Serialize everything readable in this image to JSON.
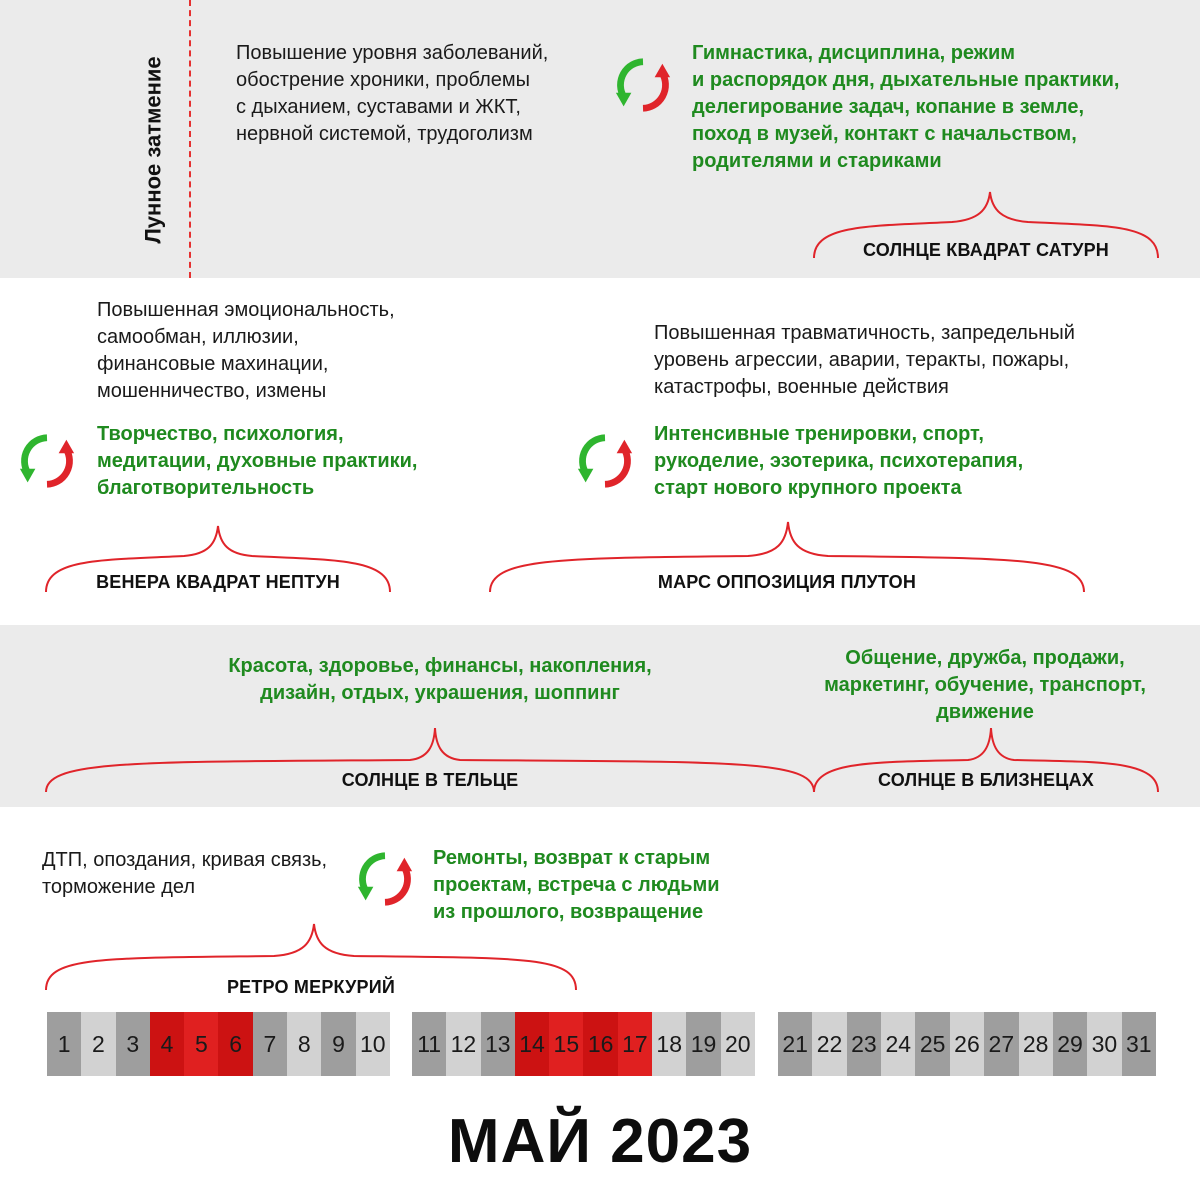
{
  "colors": {
    "accent_red": "#e0242a",
    "positive_green": "#1f8a1f",
    "band_grey": "#ebebeb"
  },
  "lunar": {
    "label": "Лунное затмение",
    "risks": [
      "Повышение уровня заболеваний,",
      "обострение хроники, проблемы",
      "с дыханием, суставами и ЖКТ,",
      "нервной системой, трудоголизм"
    ],
    "remedies": [
      "Гимнастика, дисциплина, режим",
      "и распорядок дня, дыхательные практики,",
      "делегирование задач, копание в земле,",
      "поход в музей, контакт с начальством,",
      "родителями и стариками"
    ],
    "aspect": "СОЛНЦЕ КВАДРАТ САТУРН",
    "icon": "cycle-arrows-icon"
  },
  "venus": {
    "risks": [
      "Повышенная эмоциональность,",
      "самообман, иллюзии,",
      "финансовые махинации,",
      "мошенничество, измены"
    ],
    "remedies": [
      "Творчество, психология,",
      "медитации, духовные практики,",
      "благотворительность"
    ],
    "aspect": "ВЕНЕРА КВАДРАТ НЕПТУН"
  },
  "mars": {
    "risks": [
      "Повышенная травматичность, запредельный",
      "уровень агрессии, аварии, теракты, пожары,",
      "катастрофы, военные действия"
    ],
    "remedies": [
      "Интенсивные тренировки, спорт,",
      "рукоделие, эзотерика, психотерапия,",
      "старт нового крупного проекта"
    ],
    "aspect": "МАРС ОППОЗИЦИЯ ПЛУТОН"
  },
  "taurus": {
    "remedies": [
      "Красота, здоровье, финансы, накопления,",
      "дизайн, отдых, украшения, шоппинг"
    ],
    "aspect": "СОЛНЦЕ В ТЕЛЬЦЕ"
  },
  "gemini": {
    "remedies": [
      "Общение, дружба, продажи,",
      "маркетинг, обучение, транспорт,",
      "движение"
    ],
    "aspect": "СОЛНЦЕ В БЛИЗНЕЦАХ"
  },
  "mercury": {
    "risks": [
      "ДТП, опоздания, кривая связь,",
      "торможение дел"
    ],
    "remedies": [
      "Ремонты, возврат к старым",
      "проектам, встреча с людьми",
      "из прошлого, возвращение"
    ],
    "aspect": "РЕТРО МЕРКУРИЙ"
  },
  "calendar": {
    "days": [
      1,
      2,
      3,
      4,
      5,
      6,
      7,
      8,
      9,
      10,
      11,
      12,
      13,
      14,
      15,
      16,
      17,
      18,
      19,
      20,
      21,
      22,
      23,
      24,
      25,
      26,
      27,
      28,
      29,
      30,
      31
    ],
    "highlighted": [
      4,
      5,
      6,
      14,
      15,
      16,
      17
    ]
  },
  "title": "МАЙ 2023"
}
